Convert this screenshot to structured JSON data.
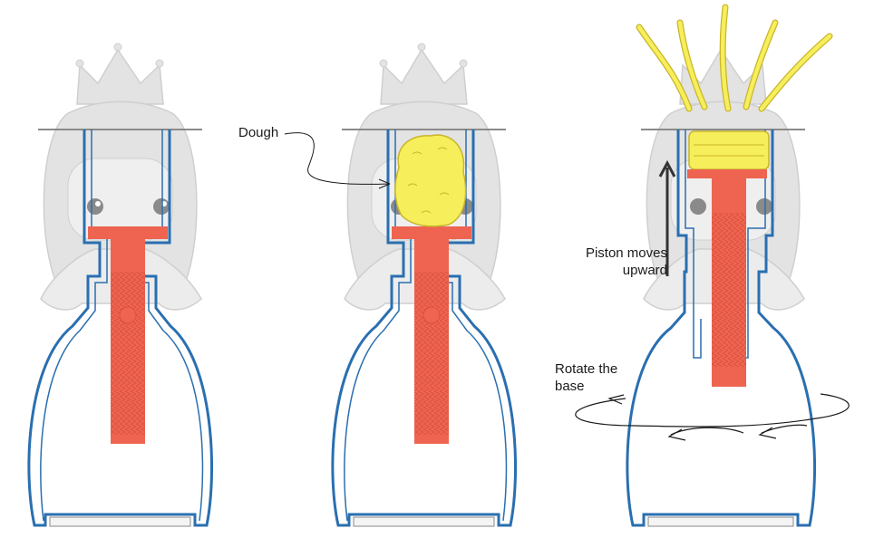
{
  "labels": {
    "dough": "Dough",
    "piston_line1": "Piston moves",
    "piston_line2": "upward",
    "rotate_line1": "Rotate the",
    "rotate_line2": "base"
  },
  "colors": {
    "figure_gray": "#e3e3e3",
    "figure_outline": "#cfcfcf",
    "shell_blue": "#2a6fb0",
    "piston_red": "#ee6450",
    "dough_yellow": "#f6ee5b",
    "dough_outline": "#c9b52a",
    "ink": "#1a1a1a"
  },
  "panels": [
    {
      "name": "panel-initial",
      "piston_level": 0,
      "dough": "none"
    },
    {
      "name": "panel-loaded",
      "piston_level": 0,
      "dough": "ball"
    },
    {
      "name": "panel-extruding",
      "piston_level": 1,
      "dough": "strands"
    }
  ]
}
